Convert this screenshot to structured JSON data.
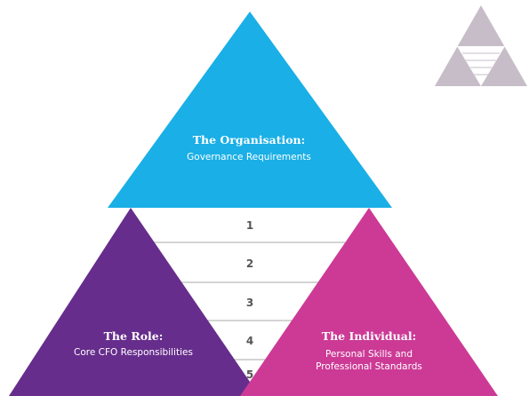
{
  "colors": {
    "organisation": "#1aafe6",
    "role": "#662d8c",
    "individual": "#cc3a96",
    "levels_fill": "#ffffff",
    "levels_line": "#a9a9a9",
    "thumb": "#c7bdc8"
  },
  "organisation": {
    "title": "The Organisation:",
    "subtitle": "Governance Requirements"
  },
  "role": {
    "title": "The Role:",
    "subtitle": "Core CFO Responsibilities"
  },
  "individual": {
    "title": "The Individual:",
    "subtitle_line1": "Personal Skills and",
    "subtitle_line2": "Professional Standards"
  },
  "levels": [
    "1",
    "2",
    "3",
    "4",
    "5"
  ]
}
